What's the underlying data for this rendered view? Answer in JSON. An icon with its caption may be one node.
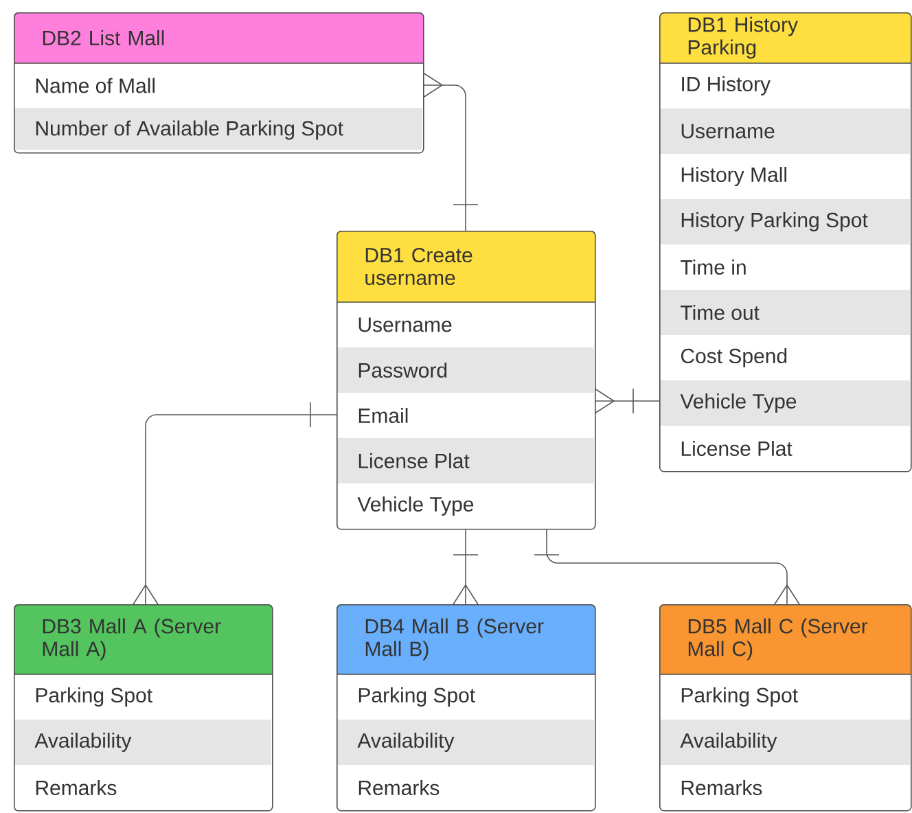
{
  "diagram": {
    "nodes": [
      {
        "text": [
          "DB2 List Mall",
          "Name of Mall",
          "Number of Available Parking Spot"
        ]
      },
      {
        "text": [
          "DB1 History Parking",
          "ID History",
          "Username",
          "History Mall",
          "History Parking Spot",
          "Time in",
          "Time out",
          "Cost Spend",
          "Vehicle Type",
          "License Plat"
        ]
      },
      {
        "text": [
          "DB1 Create username",
          "Username",
          "Password",
          "Email",
          "License Plat",
          "Vehicle Type"
        ]
      },
      {
        "text": [
          "DB3 Mall A (Server Mall A)",
          "Parking Spot",
          "Availability",
          "Remarks"
        ]
      },
      {
        "text": [
          "DB4 Mall B (Server Mall B)",
          "Parking Spot",
          "Availability",
          "Remarks"
        ]
      },
      {
        "text": [
          "DB5 Mall C (Server Mall C)",
          "Parking Spot",
          "Availability",
          "Remarks"
        ]
      }
    ],
    "edges": [
      {
        "from": 2,
        "to": 0,
        "arrow": "other"
      },
      {
        "from": 1,
        "to": 2,
        "arrow": "other"
      },
      {
        "from": 2,
        "to": 3,
        "arrow": "other"
      },
      {
        "from": 2,
        "to": 4,
        "arrow": "other"
      },
      {
        "from": 2,
        "to": 5,
        "arrow": "other"
      }
    ]
  }
}
